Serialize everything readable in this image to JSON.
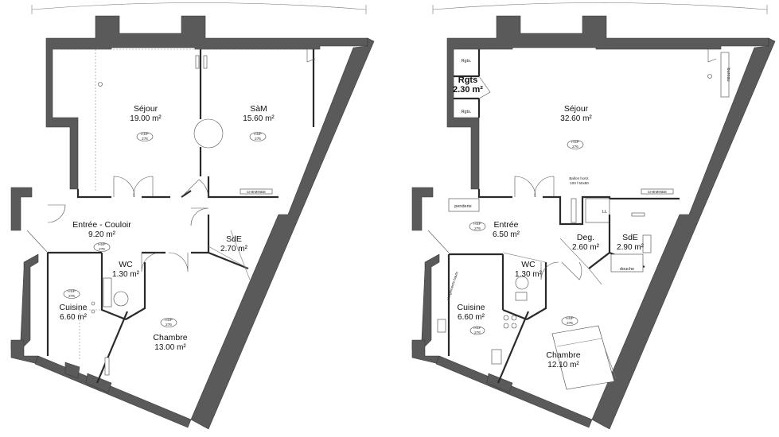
{
  "plans": [
    {
      "id": "before",
      "rooms": [
        {
          "key": "sejour",
          "name": "Séjour",
          "area": "19.00 m²",
          "badge": [
            "HSP",
            "276"
          ]
        },
        {
          "key": "sam",
          "name": "SàM",
          "area": "15.60 m²",
          "badge": [
            "HSP",
            "276"
          ]
        },
        {
          "key": "entree",
          "name": "Entrée - Couloir",
          "area": "9.20 m²",
          "badge": [
            "HSP",
            "276"
          ]
        },
        {
          "key": "sde",
          "name": "SdE",
          "area": "2.70 m²"
        },
        {
          "key": "wc",
          "name": "WC",
          "area": "1.30 m²"
        },
        {
          "key": "cuisine",
          "name": "Cuisine",
          "area": "6.60 m²",
          "badge": [
            "HSP",
            "276"
          ]
        },
        {
          "key": "chambre",
          "name": "Chambre",
          "area": "13.00 m²",
          "badge": [
            "HSP",
            "276"
          ]
        }
      ],
      "labels": {
        "cheminee": "CHEMINEE"
      }
    },
    {
      "id": "after",
      "rooms": [
        {
          "key": "rgts",
          "name": "Rgts",
          "area": "2.30 m²"
        },
        {
          "key": "sejour",
          "name": "Séjour",
          "area": "32.60 m²",
          "badge": [
            "HSP",
            "276"
          ]
        },
        {
          "key": "entree",
          "name": "Entrée",
          "area": "6.50 m²",
          "badge": [
            "HSP",
            "276"
          ]
        },
        {
          "key": "deg",
          "name": "Deg.",
          "area": "2.60 m²"
        },
        {
          "key": "sde",
          "name": "SdE",
          "area": "2.90 m²"
        },
        {
          "key": "wc",
          "name": "WC",
          "area": "1.30 m²"
        },
        {
          "key": "cuisine",
          "name": "Cuisine",
          "area": "6.60 m²"
        },
        {
          "key": "chambre",
          "name": "Chambre",
          "area": "12.10 m²",
          "badge": [
            "HSP",
            "276"
          ]
        }
      ],
      "labels": {
        "rgts_small": "Rgts.",
        "bureau": "bureau",
        "ballon_l1": "Ballon horiz.",
        "ballon_l2": "100 l 50x80",
        "cheminee": "CHEMINEE",
        "penderie": "penderie",
        "ll": "LL",
        "douche": "douche",
        "rangements": "rangements hauts",
        "cuisine_badge": [
          "HSP",
          "276"
        ]
      }
    }
  ],
  "colors": {
    "wall": "#5a5a5a",
    "line": "#2a2a2a",
    "text": "#111111"
  }
}
